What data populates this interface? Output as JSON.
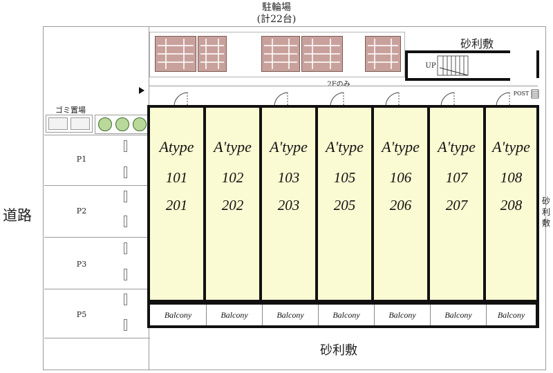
{
  "bicycle_parking": {
    "title": "駐輪場",
    "count": "(計22台)"
  },
  "road_label": "道路",
  "gravel_top": "砂利敷",
  "gravel_side": [
    "砂",
    "利",
    "敷"
  ],
  "gravel_bottom": "砂利敷",
  "stairs_label": "UP",
  "second_floor_note": "2Fのみ",
  "post_label": "POST",
  "garbage_label": "ゴミ置場",
  "parking": [
    "P1",
    "P2",
    "P3",
    "P5"
  ],
  "units": [
    {
      "type": "Atype",
      "first": "101",
      "second": "201"
    },
    {
      "type": "A'type",
      "first": "102",
      "second": "202"
    },
    {
      "type": "A'type",
      "first": "103",
      "second": "203"
    },
    {
      "type": "A'type",
      "first": "105",
      "second": "205"
    },
    {
      "type": "A'type",
      "first": "106",
      "second": "206"
    },
    {
      "type": "A'type",
      "first": "107",
      "second": "207"
    },
    {
      "type": "A'type",
      "first": "108",
      "second": "208"
    }
  ],
  "balcony_label": "Balcony",
  "colors": {
    "unit_fill": "#fbfbd3",
    "bike_rack": "#c9a19c",
    "tree": "#b9d99a"
  }
}
